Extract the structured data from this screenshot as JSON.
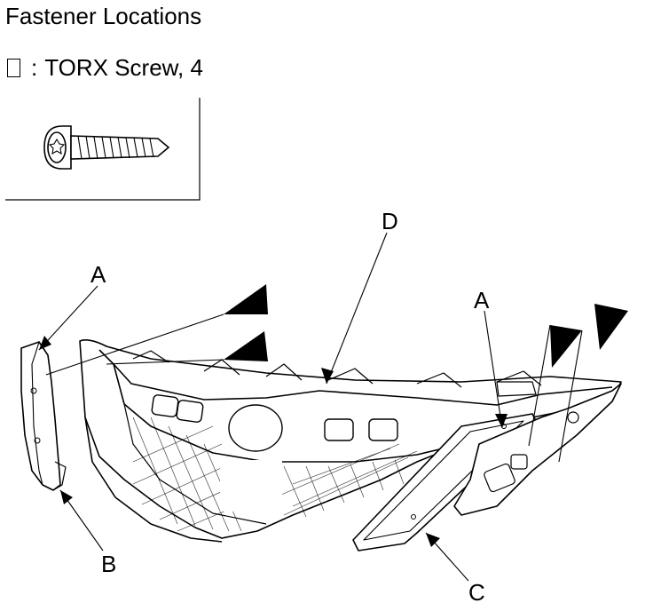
{
  "title": "Fastener Locations",
  "legend": {
    "separator": ":",
    "text": "TORX Screw, 4"
  },
  "labels": {
    "a_left": "A",
    "a_right": "A",
    "b": "B",
    "c": "C",
    "d": "D"
  }
}
